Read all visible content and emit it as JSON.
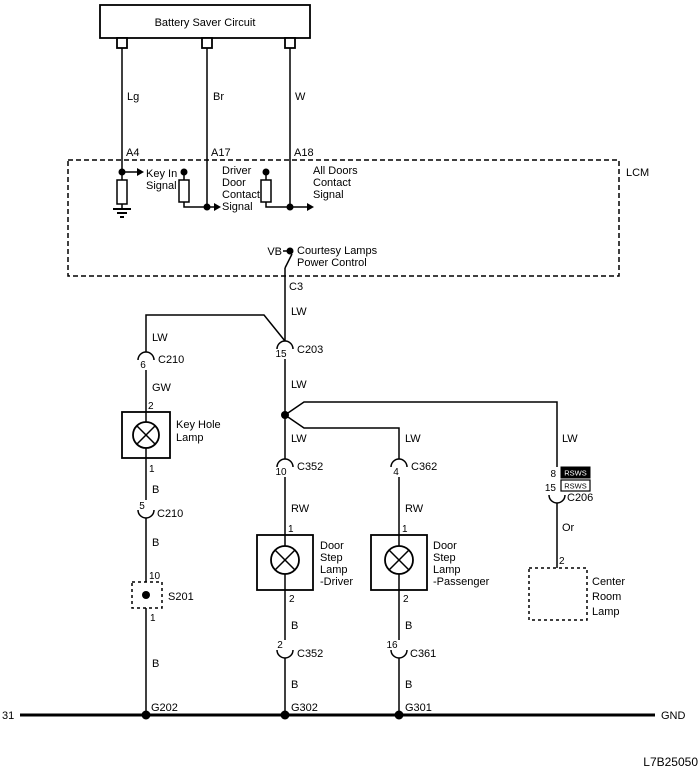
{
  "colors": {
    "background": "#ffffff",
    "ink": "#000000"
  },
  "drawing_code": "L7B25050",
  "battery_box": {
    "label": "Battery Saver Circuit"
  },
  "feeds": [
    {
      "wire": "Lg",
      "pin": "A4"
    },
    {
      "wire": "Br",
      "pin": "A17"
    },
    {
      "wire": "W",
      "pin": "A18"
    }
  ],
  "lcm": {
    "label": "LCM",
    "key_in": {
      "l1": "Key In",
      "l2": "Signal"
    },
    "driver_door": {
      "l1": "Driver",
      "l2": "Door",
      "l3": "Contact",
      "l4": "Signal"
    },
    "all_doors": {
      "l1": "All Doors",
      "l2": "Contact",
      "l3": "Signal"
    },
    "vb_terminal": "VB",
    "courtesy": {
      "l1": "Courtesy Lamps",
      "l2": "Power Control"
    },
    "out_pin": "C3"
  },
  "trunk": {
    "wire_upper": "LW",
    "c203": {
      "pin": "15",
      "name": "C203"
    },
    "wire_lower": "LW"
  },
  "keyhole_branch": {
    "wire_lw": "LW",
    "c210_top": {
      "pin": "6",
      "name": "C210"
    },
    "wire_gw": "GW",
    "lamp": {
      "pin_top": "2",
      "pin_bottom": "1",
      "l1": "Key Hole",
      "l2": "Lamp"
    },
    "wire_b1": "B",
    "c210_bottom": {
      "pin": "5",
      "name": "C210"
    },
    "wire_b2": "B",
    "splice": {
      "pin_top": "10",
      "pin_bottom": "1",
      "name": "S201"
    },
    "wire_b3": "B",
    "ground": "G202"
  },
  "driver_branch": {
    "wire_lw": "LW",
    "c352_top": {
      "pin": "10",
      "name": "C352"
    },
    "wire_rw": "RW",
    "lamp": {
      "pin_top": "1",
      "pin_bottom": "2",
      "l1": "Door",
      "l2": "Step",
      "l3": "Lamp",
      "l4": "-Driver"
    },
    "wire_b1": "B",
    "c352_bottom": {
      "pin": "2",
      "name": "C352"
    },
    "wire_b2": "B",
    "ground": "G302"
  },
  "passenger_branch": {
    "wire_lw": "LW",
    "c362": {
      "pin": "4",
      "name": "C362"
    },
    "wire_rw": "RW",
    "lamp": {
      "pin_top": "1",
      "pin_bottom": "2",
      "l1": "Door",
      "l2": "Step",
      "l3": "Lamp",
      "l4": "-Passenger"
    },
    "wire_b1": "B",
    "c361": {
      "pin": "16",
      "name": "C361"
    },
    "wire_b2": "B",
    "ground": "G301"
  },
  "center_lamp_branch": {
    "wire_lw": "LW",
    "c206": {
      "pin_top": "8",
      "pin_bottom": "15",
      "name": "C206",
      "tag_top": "RSWS",
      "tag_bottom": "RSWS"
    },
    "wire_or": "Or",
    "lamp": {
      "pin": "2",
      "l1": "Center",
      "l2": "Room",
      "l3": "Lamp"
    }
  },
  "ground_bus": {
    "left_label": "31",
    "right_label": "GND"
  }
}
